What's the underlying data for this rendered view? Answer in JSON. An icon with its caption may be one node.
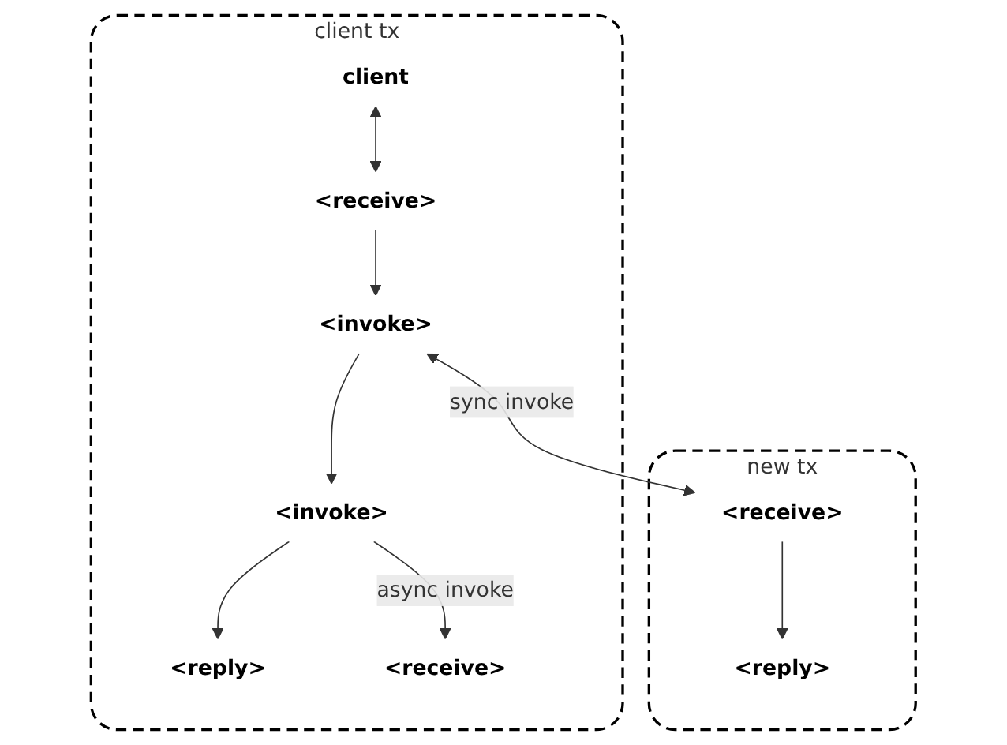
{
  "diagram": {
    "nodes": [
      {
        "text": [
          "client tx"
        ]
      },
      {
        "text": [
          "client"
        ],
        "in": 0
      },
      {
        "text": [
          "<receive>"
        ],
        "in": 0
      },
      {
        "text": [
          "<invoke>"
        ],
        "in": 0
      },
      {
        "text": [
          "<invoke>"
        ],
        "in": 0
      },
      {
        "text": [
          "<reply>"
        ],
        "in": 0
      },
      {
        "text": [
          "<receive>"
        ],
        "in": 0
      },
      {
        "text": [
          "new tx"
        ]
      },
      {
        "text": [
          "<receive>"
        ],
        "in": 7
      },
      {
        "text": [
          "<reply>"
        ],
        "in": 7
      }
    ],
    "edges": [
      {
        "from": 1,
        "to": 2,
        "arrow": "both"
      },
      {
        "from": 2,
        "to": 3,
        "arrow": "to"
      },
      {
        "from": 3,
        "to": 8,
        "arrow": "both",
        "label": "sync invoke"
      },
      {
        "from": 8,
        "to": 9,
        "arrow": "to"
      },
      {
        "from": 3,
        "to": 4,
        "arrow": "to"
      },
      {
        "from": 4,
        "to": 6,
        "arrow": "to",
        "label": "async invoke"
      },
      {
        "from": 4,
        "to": 5,
        "arrow": "to"
      }
    ]
  }
}
